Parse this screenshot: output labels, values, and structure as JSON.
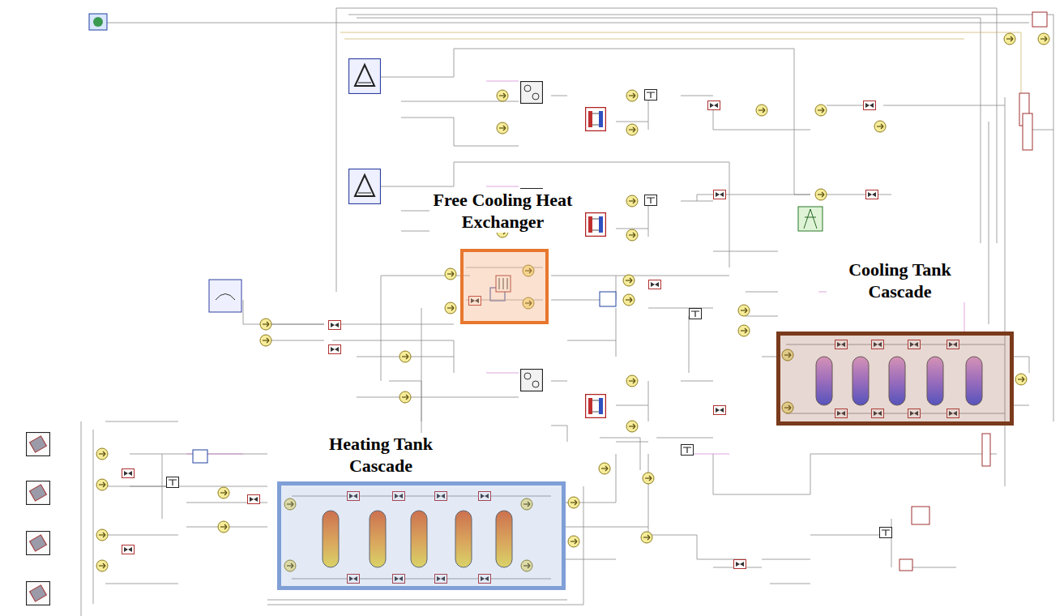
{
  "diagram": {
    "nodes": [
      {
        "text": [
          "Free Cooling Heat Exchanger"
        ]
      },
      {
        "text": [
          "Cooling Tank Cascade"
        ]
      },
      {
        "text": [
          "Heating Tank Cascade"
        ]
      }
    ]
  }
}
